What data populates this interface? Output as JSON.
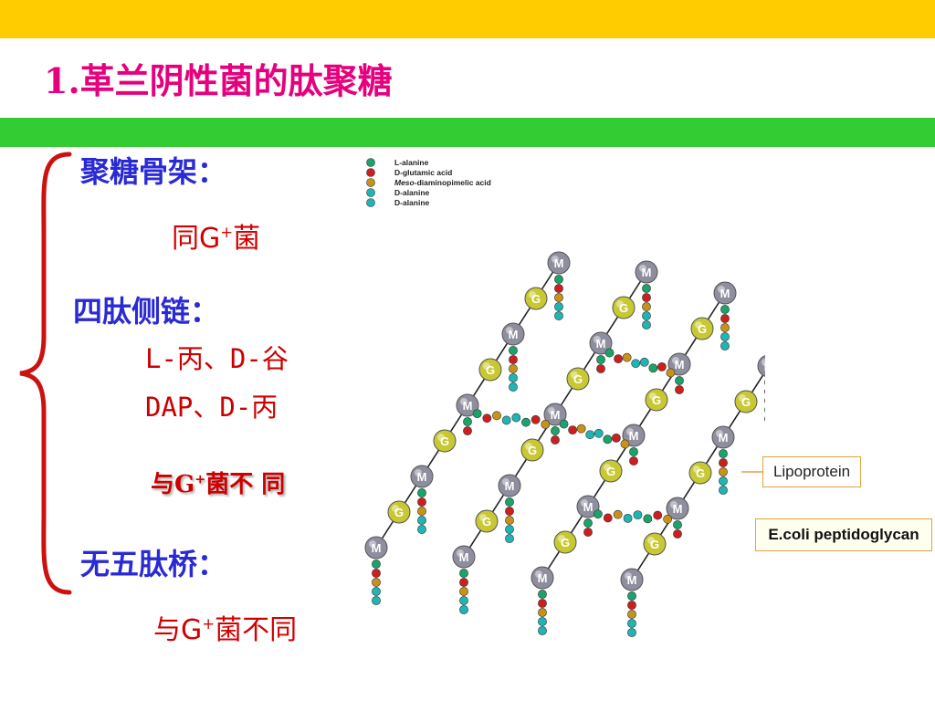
{
  "title": {
    "prefix": "1.",
    "text": "革兰阴性菌的肽聚糖"
  },
  "sections": {
    "backbone": {
      "label": "聚糖骨架：",
      "value_text": "同G",
      "value_sup": "+",
      "value_tail": "菌"
    },
    "tetrapeptide": {
      "label": "四肽侧链：",
      "line1": "L-丙、D-谷",
      "line2": "DAP、D-丙",
      "note_text": "与G",
      "note_sup": "+",
      "note_tail": "菌不 同"
    },
    "bridge": {
      "label": "无五肽桥：",
      "value_text": "与G",
      "value_sup": "+",
      "value_tail": "菌不同"
    }
  },
  "figure": {
    "legend": [
      {
        "label": "L-alanine",
        "color": "#1aa36a"
      },
      {
        "label": "D-glutamic acid",
        "color": "#cc1f1f"
      },
      {
        "label_italic": "Meso",
        "label": "-diaminopimelic acid",
        "color": "#c8921a"
      },
      {
        "label": "D-alanine",
        "color": "#1fb5b5"
      },
      {
        "label": "D-alanine",
        "color": "#1fb5b5"
      }
    ],
    "sugar_labels": {
      "nag": "G",
      "nam": "M"
    },
    "lipoprotein_label": "Lipoprotein",
    "caption": "E.coli peptidoglycan",
    "colors": {
      "nag": "#c8c832",
      "nam": "#8e8e9e",
      "ala": "#1aa36a",
      "glu": "#cc1f1f",
      "dap": "#c8921a",
      "dala": "#1fb5b5"
    }
  },
  "colors": {
    "top_bar": "#ffcc00",
    "green_bar": "#33cc33",
    "title": "#e6007e",
    "brace": "#cc1111",
    "label_blue": "#2a2ad4",
    "text_red": "#d40000"
  }
}
